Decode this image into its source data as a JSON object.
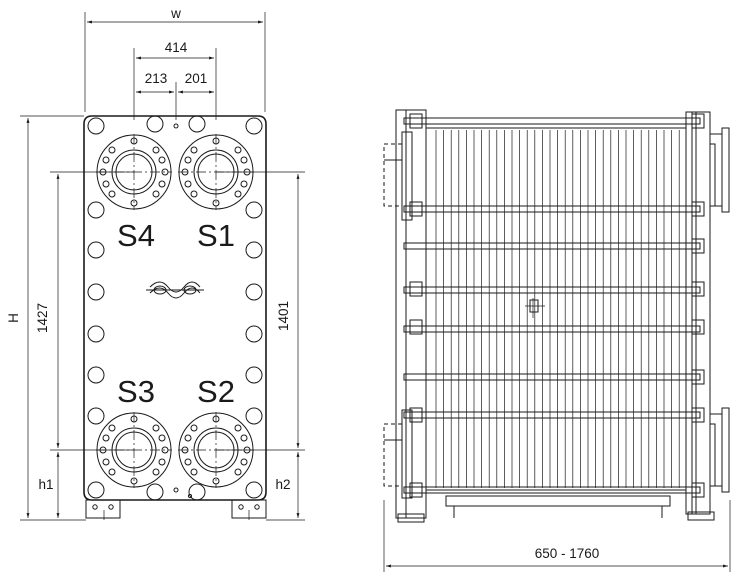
{
  "front_view": {
    "width_label": "w",
    "port_spacing_label": "414",
    "left_offset_label": "213",
    "right_offset_label": "201",
    "height_label": "H",
    "vertical_port_spacing_label": "1427",
    "right_vertical_spacing_label": "1401",
    "bottom_left_height_label": "h1",
    "bottom_right_height_label": "h2",
    "ports": [
      "S4",
      "S1",
      "S3",
      "S2"
    ]
  },
  "side_view": {
    "length_label": "650 - 1760"
  }
}
